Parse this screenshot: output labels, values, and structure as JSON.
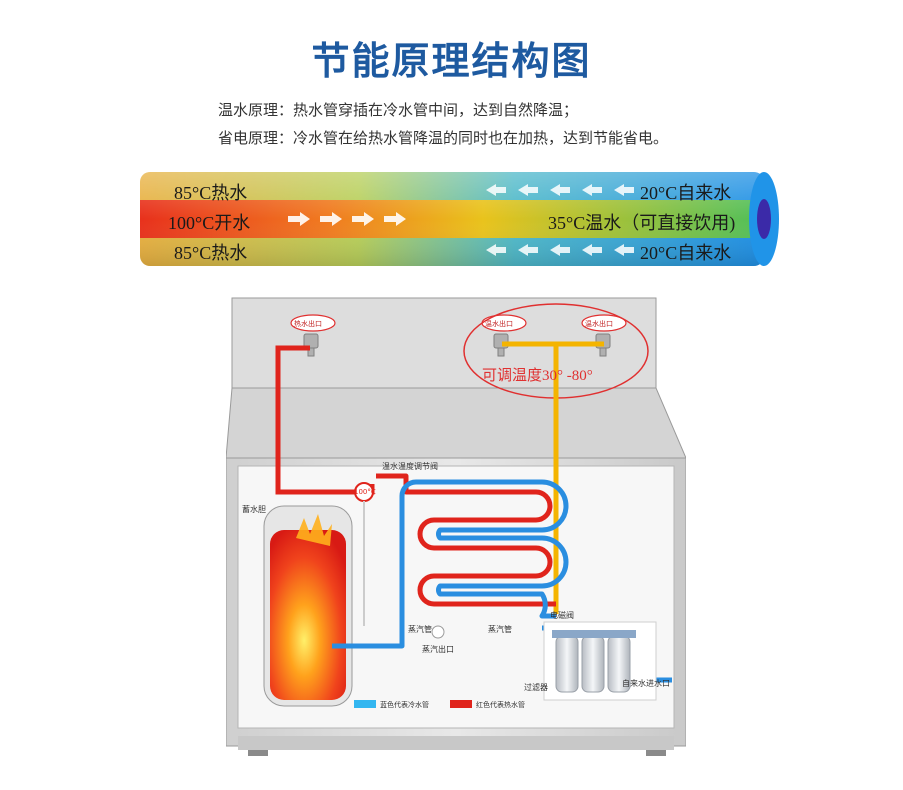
{
  "title": "节能原理结构图",
  "principles": {
    "warm": "温水原理：热水管穿插在冷水管中间，达到自然降温；",
    "saving": "省电原理：冷水管在给热水管降温的同时也在加热，达到节能省电。"
  },
  "pipe": {
    "top_left": "85°C热水",
    "top_right": "20°C自来水",
    "mid_left": "100°C开水",
    "mid_right": "35°C温水（可直接饮用)",
    "bot_left": "85°C热水",
    "bot_right": "20°C自来水"
  },
  "diagram": {
    "hot_outlet": "热水出口",
    "warm_outlet_1": "温水出口",
    "warm_outlet_2": "温水出口",
    "adjustable": "可调温度30°  -80°",
    "valve": "温水温度调节阀",
    "temp_gauge": "100°C",
    "tank": "蓄水胆",
    "steam_pipe_1": "蒸汽管",
    "steam_pipe_2": "蒸汽管",
    "steam_outlet": "蒸汽出口",
    "solenoid": "电磁阀",
    "filter": "过滤器",
    "tap_inlet": "自来水进水口",
    "legend_blue": "蓝色代表冷水管",
    "legend_red": "红色代表热水管"
  },
  "colors": {
    "title": "#1e5aa0",
    "cold_pipe": "#2a8ee0",
    "hot_pipe": "#e0241c",
    "warm_pipe": "#f4b400"
  }
}
